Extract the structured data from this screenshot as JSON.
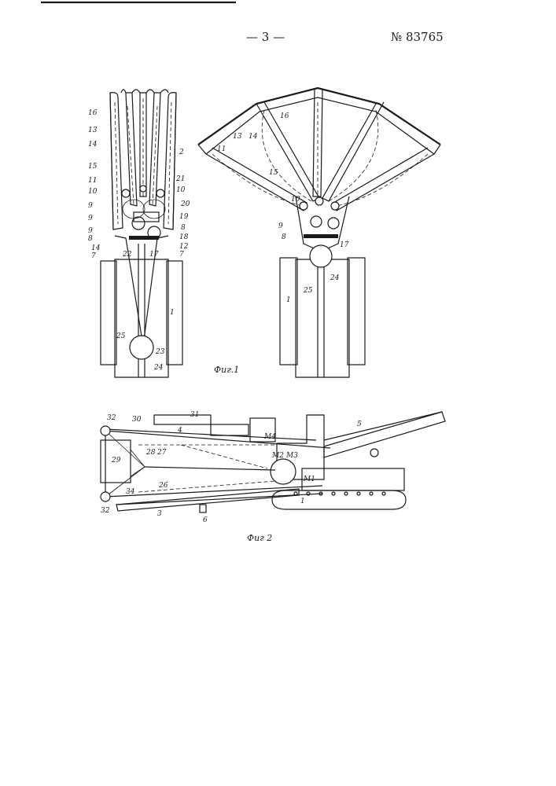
{
  "header": {
    "page_number": "— 3 —",
    "patent_number": "№ 83765"
  },
  "figures": [
    {
      "caption": "Фиг.1"
    },
    {
      "caption": "Фиг 2"
    }
  ],
  "fig1_left_labels": [
    "16",
    "13",
    "14",
    "2",
    "15",
    "11",
    "21",
    "10",
    "10",
    "9",
    "20",
    "9",
    "19",
    "9",
    "8",
    "8",
    "18",
    "14",
    "12",
    "7",
    "22",
    "17",
    "7",
    "1",
    "25",
    "23",
    "24"
  ],
  "fig1_right_labels": [
    "16",
    "13",
    "14",
    "11",
    "15",
    "10",
    "9",
    "17",
    "8",
    "25",
    "24",
    "1"
  ],
  "fig2_labels": [
    "32",
    "30",
    "31",
    "4",
    "M4",
    "5",
    "29",
    "28",
    "27",
    "M2",
    "M3",
    "26",
    "M1",
    "34",
    "32",
    "3",
    "6",
    "1"
  ]
}
